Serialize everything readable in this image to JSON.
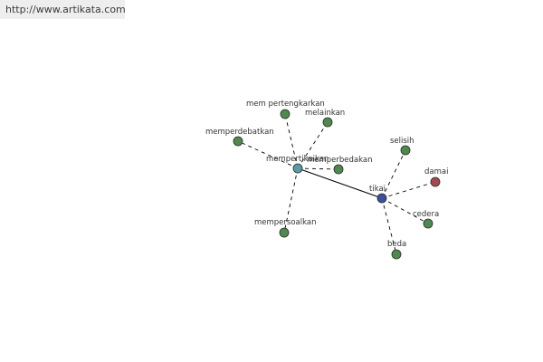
{
  "header": {
    "url": "http://www.artikata.com"
  },
  "graph": {
    "colors": {
      "default_node": "#4e8a4e",
      "hub_primary": "#5a9aa6",
      "hub_secondary": "#3c4f9a",
      "accent_node": "#a5484e",
      "edge": "#000000"
    },
    "nodes": [
      {
        "id": "mempertikaikan",
        "label": "mempertikaikan",
        "role": "hub_primary"
      },
      {
        "id": "tikai",
        "label": "tikai",
        "role": "hub_secondary"
      },
      {
        "id": "mempertengkarkan",
        "label": "mem pertengkarkan",
        "role": "default"
      },
      {
        "id": "melainkan",
        "label": "melainkan",
        "role": "default"
      },
      {
        "id": "memperdebatkan",
        "label": "memperdebatkan",
        "role": "default"
      },
      {
        "id": "memperbedakan",
        "label": "memperbedakan",
        "role": "default"
      },
      {
        "id": "mempersoalkan",
        "label": "mempersoalkan",
        "role": "default"
      },
      {
        "id": "selisih",
        "label": "selisih",
        "role": "default"
      },
      {
        "id": "damai",
        "label": "damai",
        "role": "accent"
      },
      {
        "id": "cedera",
        "label": "cedera",
        "role": "default"
      },
      {
        "id": "beda",
        "label": "beda",
        "role": "default"
      }
    ],
    "edges": [
      {
        "from": "mempertikaikan",
        "to": "tikai",
        "style": "solid"
      },
      {
        "from": "mempertikaikan",
        "to": "mempertengkarkan",
        "style": "dashed"
      },
      {
        "from": "mempertikaikan",
        "to": "melainkan",
        "style": "dashed"
      },
      {
        "from": "mempertikaikan",
        "to": "memperdebatkan",
        "style": "dashed"
      },
      {
        "from": "mempertikaikan",
        "to": "memperbedakan",
        "style": "dashed"
      },
      {
        "from": "mempertikaikan",
        "to": "mempersoalkan",
        "style": "dashed"
      },
      {
        "from": "tikai",
        "to": "selisih",
        "style": "dashed"
      },
      {
        "from": "tikai",
        "to": "damai",
        "style": "dashed"
      },
      {
        "from": "tikai",
        "to": "cedera",
        "style": "dashed"
      },
      {
        "from": "tikai",
        "to": "beda",
        "style": "dashed"
      }
    ]
  }
}
